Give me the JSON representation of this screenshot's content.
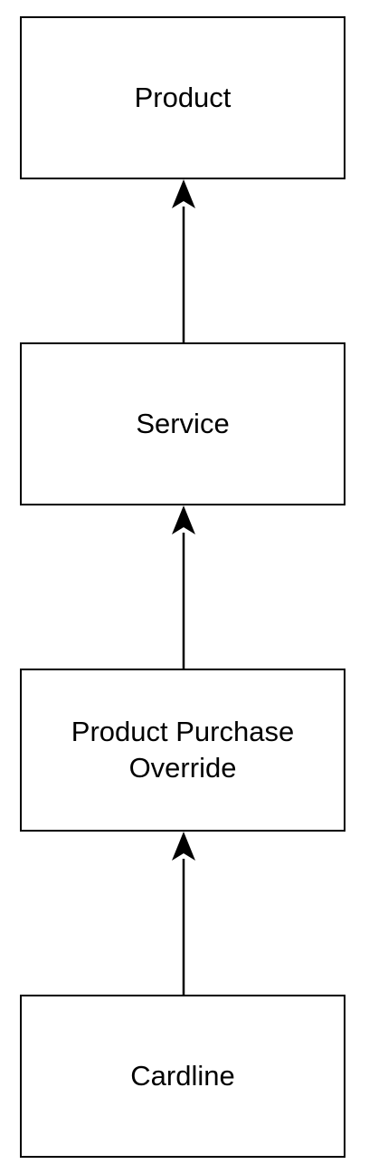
{
  "nodes": [
    {
      "id": "product",
      "label": "Product"
    },
    {
      "id": "service",
      "label": "Service"
    },
    {
      "id": "product_purchase_override",
      "label": "Product Purchase Override"
    },
    {
      "id": "cardline",
      "label": "Cardline"
    }
  ],
  "edges": [
    {
      "from": "service",
      "to": "product"
    },
    {
      "from": "product_purchase_override",
      "to": "service"
    },
    {
      "from": "cardline",
      "to": "product_purchase_override"
    }
  ],
  "colors": {
    "stroke": "#000000",
    "fill": "#ffffff",
    "text": "#000000"
  }
}
